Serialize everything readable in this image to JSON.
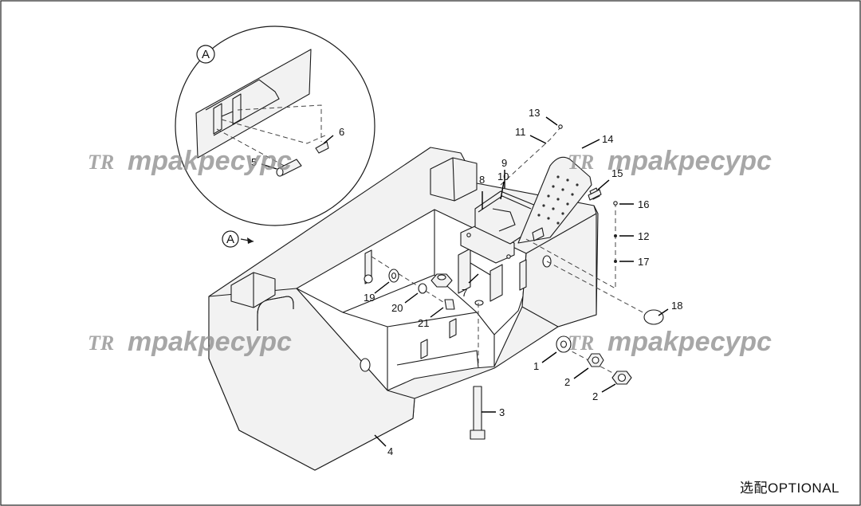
{
  "drawing": {
    "detail_ref": "A",
    "view_ref": "A",
    "footer_note": "选配OPTIONAL"
  },
  "callouts": {
    "c1": "1",
    "c2a": "2",
    "c2b": "2",
    "c3": "3",
    "c4": "4",
    "c5": "5",
    "c6": "6",
    "c7": "7",
    "c8": "8",
    "c9": "9",
    "c10": "10",
    "c11": "11",
    "c12": "12",
    "c13": "13",
    "c14": "14",
    "c15": "15",
    "c16": "16",
    "c17": "17",
    "c18": "18",
    "c19": "19",
    "c20": "20",
    "c21": "21"
  },
  "watermark": {
    "logo": "TR",
    "text": "трakресурс"
  }
}
